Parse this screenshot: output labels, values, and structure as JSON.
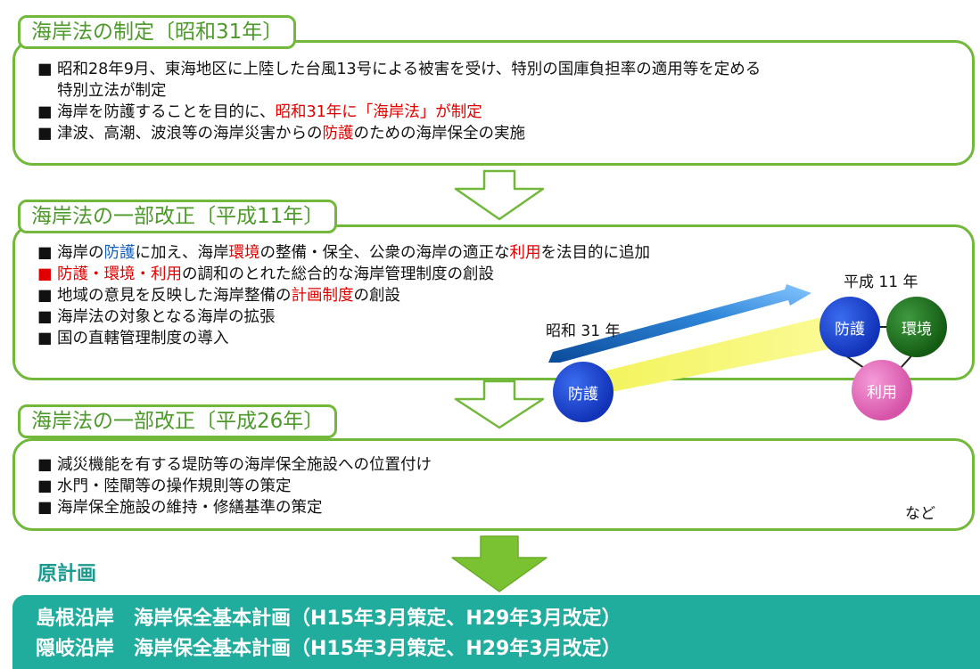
{
  "section1": {
    "title": "海岸法の制定〔昭和31年〕",
    "item1_line1": "昭和28年9月、東海地区に上陸した台風13号による被害を受け、特別の国庫負担率の適用等を定める",
    "item1_line2": "特別立法が制定",
    "item2_pre": "海岸を防護することを目的に、",
    "item2_red": "昭和31年に「海岸法」が制定",
    "item3_pre": "津波、高潮、波浪等の海岸災害からの",
    "item3_red": "防護",
    "item3_post": "のための海岸保全の実施"
  },
  "section2": {
    "title": "海岸法の一部改正〔平成11年〕",
    "item1_a": "海岸の",
    "item1_b": "防護",
    "item1_c": "に加え、海岸",
    "item1_d": "環境",
    "item1_e": "の整備・保全、公衆の海岸の適正な",
    "item1_f": "利用",
    "item1_g": "を法目的に追加",
    "item2_red": "防護・環境・利用",
    "item2_post": "の調和のとれた総合的な海岸管理制度の創設",
    "item3_pre": "地域の意見を反映した海岸整備の",
    "item3_red": "計画制度",
    "item3_post": "の創設",
    "item4": "海岸法の対象となる海岸の拡張",
    "item5": "国の直轄管理制度の導入"
  },
  "figure": {
    "label_h11": "平成 11 年",
    "label_s31": "昭和 31 年",
    "circle_bougo_left": "防護",
    "circle_bougo_right": "防護",
    "circle_kankyo": "環境",
    "circle_riyou": "利用"
  },
  "section3": {
    "title": "海岸法の一部改正〔平成26年〕",
    "item1": "減災機能を有する堤防等の海岸保全施設への位置付け",
    "item2": "水門・陸閘等の操作規則等の策定",
    "item3": "海岸保全施設の維持・修繕基準の策定",
    "nado": "など"
  },
  "original_plan": {
    "label": "原計画",
    "line1": "島根沿岸　海岸保全基本計画（H15年3月策定、H29年3月改定）",
    "line2": "隠岐沿岸　海岸保全基本計画（H15年3月策定、H29年3月改定）"
  },
  "colors": {
    "green_border": "#72b83a",
    "red_text": "#e10000",
    "blue_text": "#1560bd",
    "teal_band": "#20ad9e",
    "circle_blue": "#1e3fc8",
    "circle_green": "#1f6a1f",
    "circle_pink": "#e068b5",
    "beam_yellow": "#f7f56e"
  },
  "bullet_glyph": "■"
}
